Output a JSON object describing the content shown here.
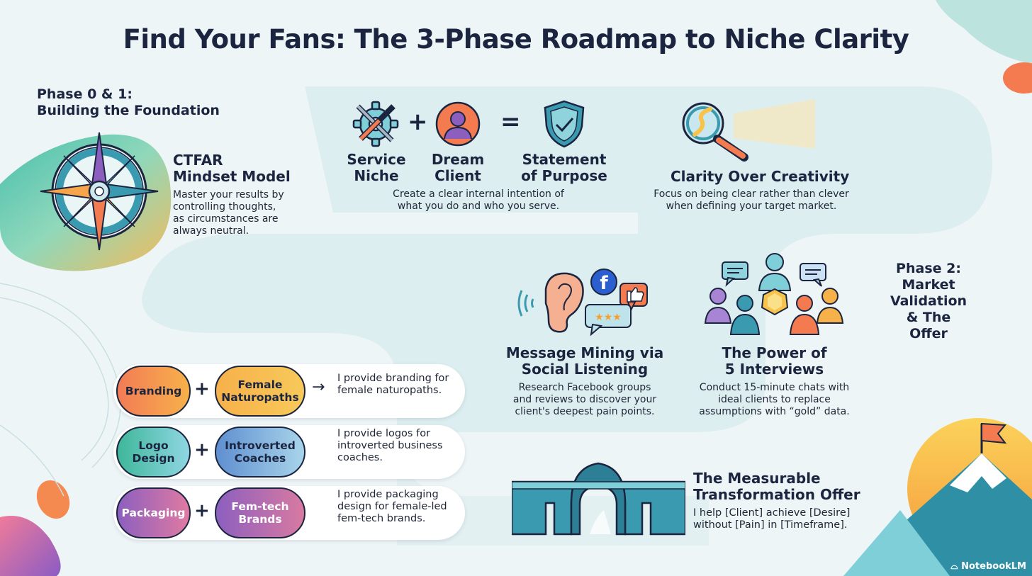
{
  "title": "Find Your Fans: The 3-Phase Roadmap to Niche Clarity",
  "phase1": {
    "label_line1": "Phase 0 & 1:",
    "label_line2": "Building the Foundation",
    "ctfar": {
      "title_line1": "CTFAR",
      "title_line2": "Mindset Model",
      "body": [
        "Master your results by",
        "controlling thoughts,",
        "as circumstances are",
        "always neutral."
      ]
    },
    "equation": {
      "service_line1": "Service",
      "service_line2": "Niche",
      "plus": "+",
      "client_line1": "Dream",
      "client_line2": "Client",
      "equals": "=",
      "statement_line1": "Statement",
      "statement_line2": "of Purpose",
      "body": [
        "Create a clear internal intention of",
        "what you do and who you serve."
      ]
    },
    "clarity": {
      "title": "Clarity Over Creativity",
      "body": [
        "Focus on being clear rather than clever",
        "when defining your target market."
      ]
    }
  },
  "phase2": {
    "label": [
      "Phase 2:",
      "Market",
      "Validation",
      "& The Offer"
    ],
    "message_mining": {
      "title_line1": "Message Mining via",
      "title_line2": "Social Listening",
      "body": [
        "Research Facebook groups",
        "and reviews to discover your",
        "client's deepest pain points."
      ]
    },
    "interviews": {
      "title_line1": "The Power of",
      "title_line2": "5 Interviews",
      "body": [
        "Conduct 15-minute chats with",
        "ideal clients to replace",
        "assumptions with “gold” data."
      ]
    },
    "offer": {
      "title_line1": "The Measurable",
      "title_line2": "Transformation Offer",
      "body": [
        "I help [Client] achieve [Desire]",
        "without [Pain] in [Timeframe]."
      ]
    }
  },
  "examples": [
    {
      "service": [
        "Branding"
      ],
      "client": [
        "Female",
        "Naturopaths"
      ],
      "plus": "+",
      "arrow": "→",
      "statement": [
        "I provide branding for",
        "female naturopaths."
      ]
    },
    {
      "service": [
        "Logo",
        "Design"
      ],
      "client": [
        "Introverted",
        "Coaches"
      ],
      "plus": "+",
      "arrow": "",
      "statement": [
        "I provide logos for",
        "introverted business",
        "coaches."
      ]
    },
    {
      "service": [
        "Packaging"
      ],
      "client": [
        "Fem-tech",
        "Brands"
      ],
      "plus": "+",
      "arrow": "",
      "statement": [
        "I provide packaging",
        "design for female-led",
        "fem-tech brands."
      ]
    }
  ],
  "watermark": "NotebookLM",
  "colors": {
    "navy": "#1b2540",
    "teal": "#3a9bb0",
    "orange": "#f47b4f",
    "yellow": "#f7c34a",
    "purple": "#8c5fbf"
  }
}
